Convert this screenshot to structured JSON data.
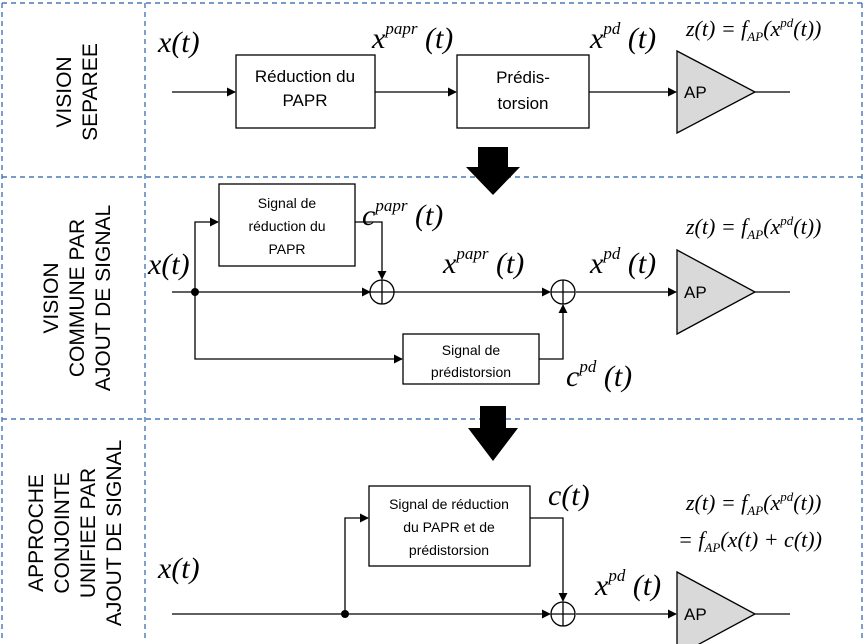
{
  "section1": {
    "label_lines": [
      "VISION",
      "SEPAREE"
    ],
    "input": "x(t)",
    "block_papr": [
      "Réduction du",
      "PAPR"
    ],
    "signal_papr": "x^papr(t)",
    "block_predist": [
      "Prédis-",
      "torsion"
    ],
    "signal_pd": "x^pd(t)",
    "output_eq": "z(t) = f_AP(x^pd(t))",
    "amp_label": "AP"
  },
  "section2": {
    "label_lines": [
      "VISION",
      "COMMUNE PAR",
      "AJOUT DE SIGNAL"
    ],
    "input": "x(t)",
    "block_papr": [
      "Signal de",
      "réduction du",
      "PAPR"
    ],
    "c_papr": "c^papr(t)",
    "signal_papr": "x^papr(t)",
    "signal_pd": "x^pd(t)",
    "block_predist": [
      "Signal de",
      "prédistorsion"
    ],
    "c_pd": "c^pd(t)",
    "output_eq": "z(t) = f_AP(x^pd(t))",
    "amp_label": "AP"
  },
  "section3": {
    "label_lines": [
      "APPROCHE",
      "CONJOINTE",
      "UNIFIEE PAR",
      "AJOUT DE SIGNAL"
    ],
    "input": "x(t)",
    "block_joint": [
      "Signal de réduction",
      "du PAPR et de",
      "prédistorsion"
    ],
    "c_signal": "c(t)",
    "signal_pd": "x^pd(t)",
    "output_eq_line1": "z(t) = f_AP(x^pd(t))",
    "output_eq_line2": "= f_AP(x(t) + c(t))",
    "amp_label": "AP"
  },
  "colors": {
    "separator": "#4a78b5",
    "amplifier_fill": "#d9d9d9",
    "transition_arrow": "#000000"
  }
}
